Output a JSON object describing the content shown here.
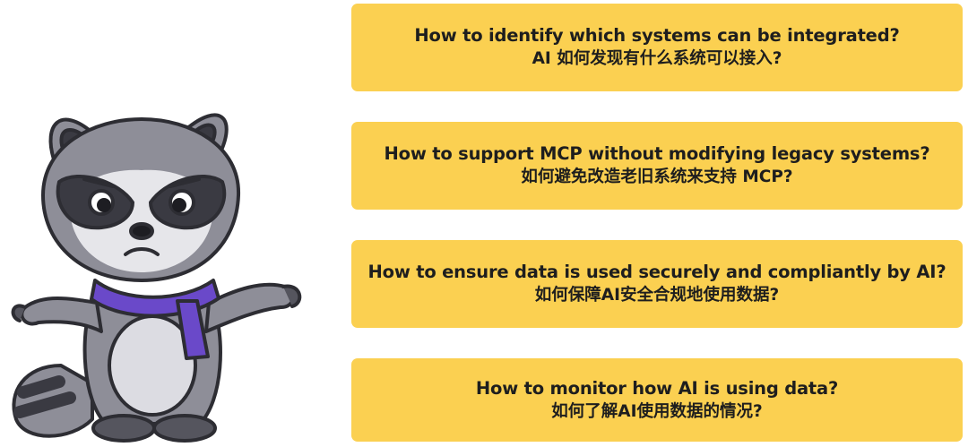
{
  "questions": [
    {
      "en": "How to identify which systems can be integrated?",
      "zh": "AI 如何发现有什么系统可以接入?"
    },
    {
      "en": "How to support MCP without modifying legacy systems?",
      "zh": "如何避免改造老旧系统来支持 MCP?"
    },
    {
      "en": "How to ensure data is used securely and compliantly by AI?",
      "zh": "如何保障AI安全合规地使用数据?"
    },
    {
      "en": "How to monitor how AI is using data?",
      "zh": "如何了解AI使用数据的情况?"
    }
  ],
  "colors": {
    "card": "#fbd051",
    "text": "#1e1e1e",
    "fur": "#8e8e98",
    "scarf": "#6a49c9"
  },
  "mascot": {
    "icon": "confused-raccoon-icon"
  }
}
